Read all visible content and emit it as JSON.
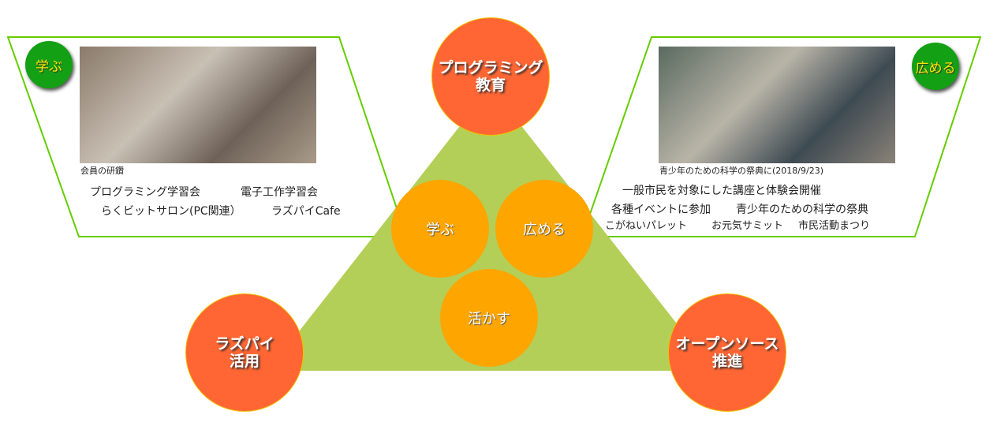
{
  "colors": {
    "triangle": "#b3cf57",
    "outer_circle": "#ff6633",
    "inner_circle": "#ffa500",
    "badge": "#14a014",
    "panel_border": "#66cc00"
  },
  "outer": {
    "top": "プログラミング教育",
    "top_l1": "プログラミング",
    "top_l2": "教育",
    "left_l1": "ラズパイ",
    "left_l2": "活用",
    "right_l1": "オープンソース",
    "right_l2": "推進"
  },
  "inner": {
    "learn": "学ぶ",
    "spread": "広める",
    "apply": "活かす"
  },
  "left_panel": {
    "badge": "学ぶ",
    "caption": "会員の研鑽",
    "items": [
      "プログラミング学習会",
      "電子工作学習会",
      "らくビットサロン(PC関連）",
      "ラズパイCafe"
    ]
  },
  "right_panel": {
    "badge": "広める",
    "caption": "青少年のための科学の祭典に(2018/9/23)",
    "items": [
      "一般市民を対象にした講座と体験会開催",
      "各種イベントに参加",
      "青少年のための科学の祭典",
      "こがねいパレット",
      "お元気サミット",
      "市民活動まつり"
    ]
  }
}
